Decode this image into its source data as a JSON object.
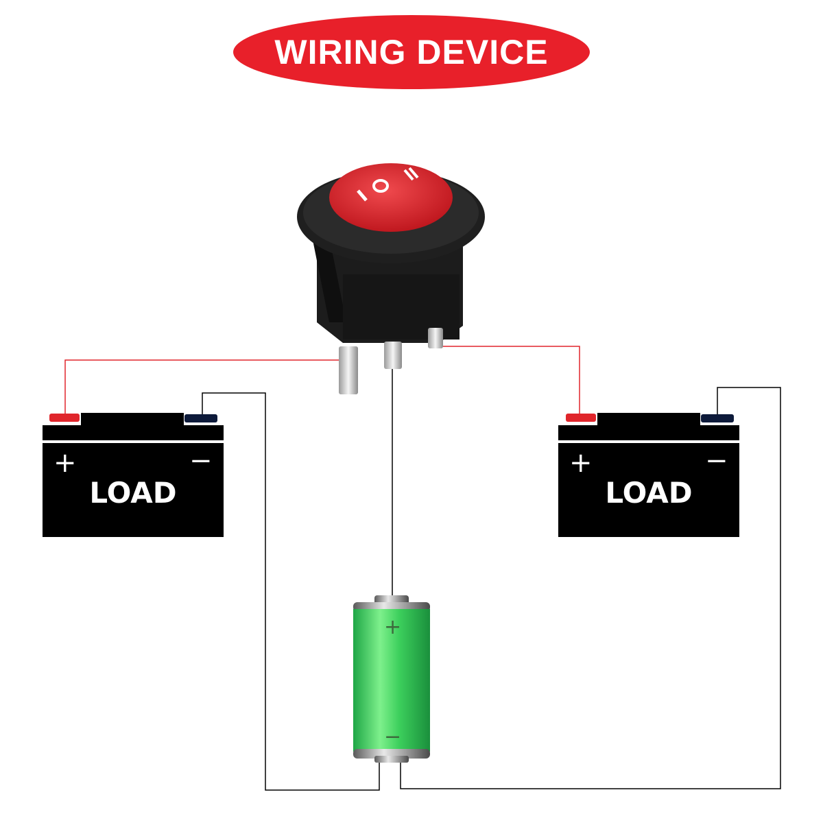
{
  "title": "WIRING DEVICE",
  "switch": {
    "marks": "I O II",
    "body_color": "#1c1c1c",
    "rocker_color": "#e0252b",
    "terminals": 3
  },
  "loads": [
    {
      "label": "LOAD",
      "plus": "+",
      "minus": "−"
    },
    {
      "label": "LOAD",
      "plus": "+",
      "minus": "−"
    }
  ],
  "power_cell": {
    "plus": "+",
    "minus": "−",
    "color": "#35d35a"
  },
  "wires": {
    "positive_color": "#e0252b",
    "negative_color": "#000000"
  },
  "colors": {
    "title_bg": "#e8202a",
    "load_body": "#000000",
    "terminal_pos": "#e0252b",
    "terminal_neg": "#0d1a3a"
  }
}
